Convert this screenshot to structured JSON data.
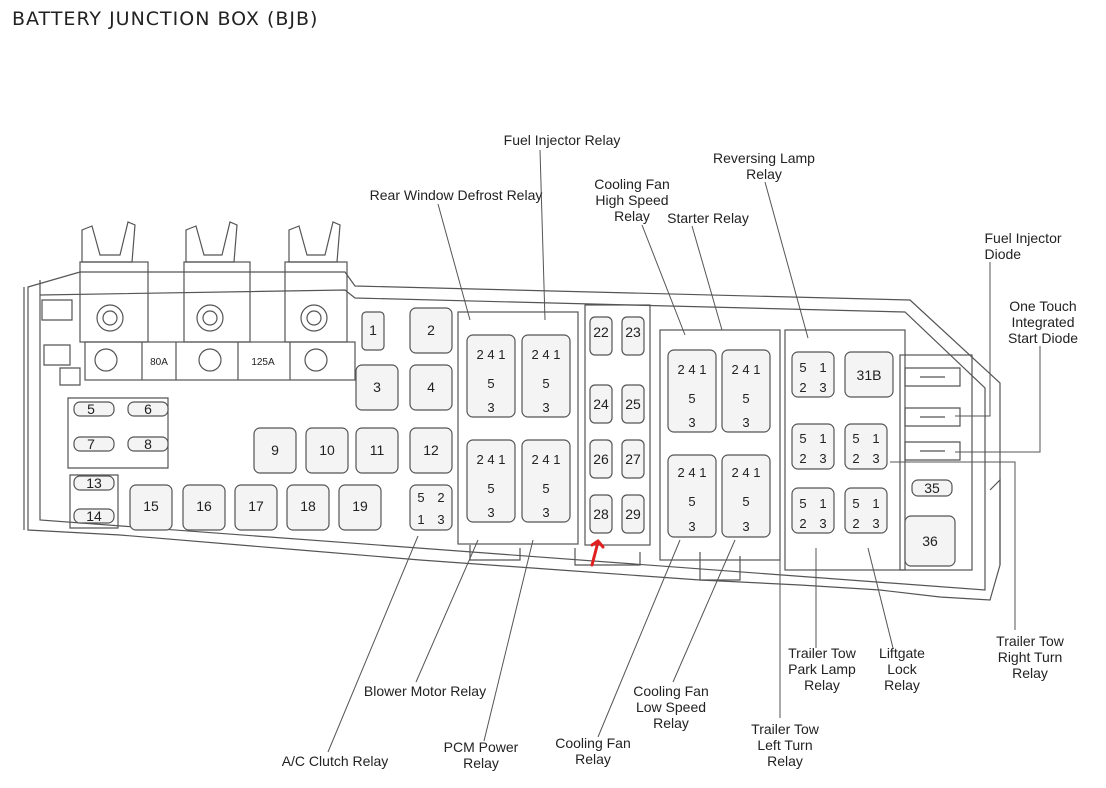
{
  "title": "BATTERY JUNCTION BOX (BJB)",
  "fuses": {
    "f1": "1",
    "f2": "2",
    "f3": "3",
    "f4": "4",
    "f5": "5",
    "f6": "6",
    "f7": "7",
    "f8": "8",
    "f9": "9",
    "f10": "10",
    "f11": "11",
    "f12": "12",
    "f13": "13",
    "f14": "14",
    "f15": "15",
    "f16": "16",
    "f17": "17",
    "f18": "18",
    "f19": "19",
    "f22": "22",
    "f23": "23",
    "f24": "24",
    "f25": "25",
    "f26": "26",
    "f27": "27",
    "f28": "28",
    "f29": "29",
    "f31b": "31B",
    "f35": "35",
    "f36": "36"
  },
  "mega_fuses": {
    "m80": "80A",
    "m125": "125A"
  },
  "relay_pins": {
    "p241": "2 4 1",
    "p5": "5",
    "p3": "3",
    "p1": "1",
    "p2": "2"
  },
  "labels": {
    "fuel_injector_relay": "Fuel Injector Relay",
    "rear_window_defrost_relay": "Rear Window Defrost Relay",
    "cooling_fan_high_speed_relay": "Cooling Fan\nHigh Speed\nRelay",
    "starter_relay": "Starter Relay",
    "reversing_lamp_relay": "Reversing Lamp\nRelay",
    "fuel_injector_diode": "Fuel Injector\nDiode",
    "one_touch_integrated_start_diode": "One Touch\nIntegrated\nStart Diode",
    "trailer_tow_right_turn_relay": "Trailer Tow\nRight Turn\nRelay",
    "liftgate_lock_relay": "Liftgate\nLock\nRelay",
    "trailer_tow_park_lamp_relay": "Trailer Tow\nPark Lamp\nRelay",
    "trailer_tow_left_turn_relay": "Trailer Tow\nLeft Turn\nRelay",
    "cooling_fan_low_speed_relay": "Cooling Fan\nLow Speed\nRelay",
    "cooling_fan_relay": "Cooling Fan\nRelay",
    "pcm_power_relay": "PCM Power\nRelay",
    "blower_motor_relay": "Blower Motor Relay",
    "ac_clutch_relay": "A/C Clutch Relay"
  },
  "colors": {
    "line": "#555555",
    "box_fill": "#f4f4f4",
    "arrow": "#e02020"
  }
}
